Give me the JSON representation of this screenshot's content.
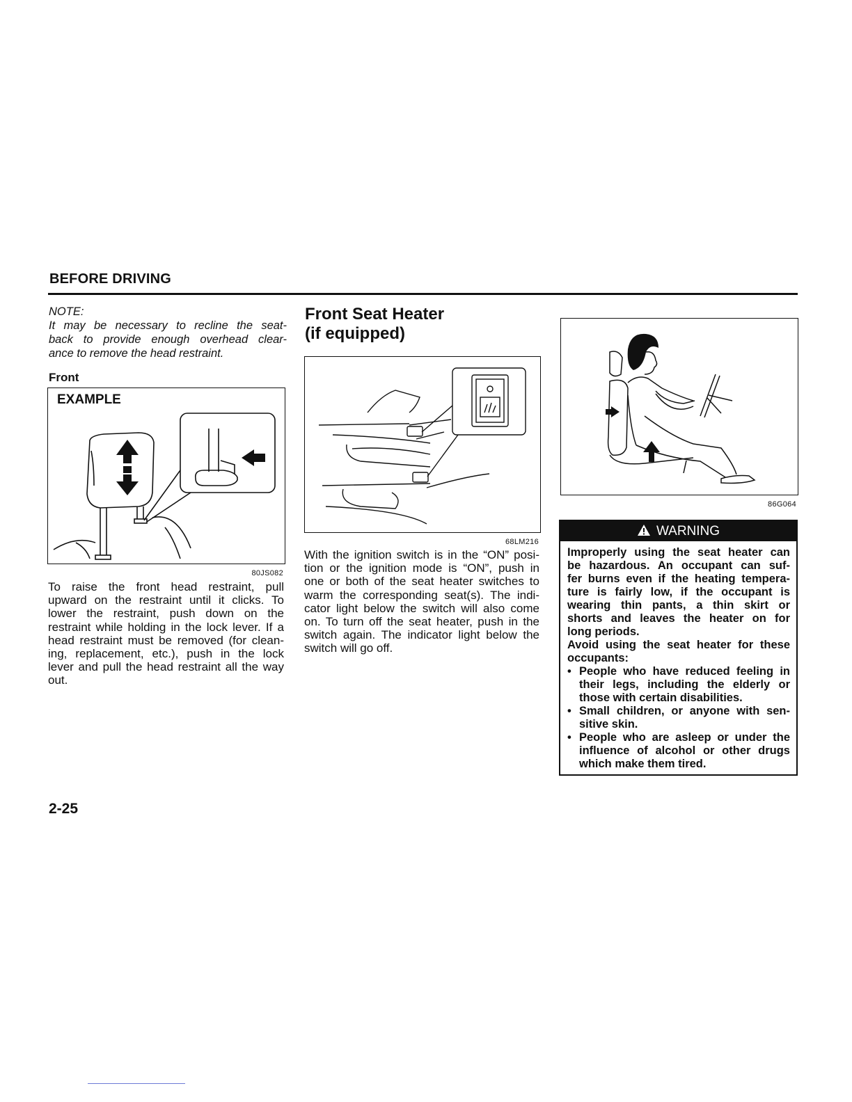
{
  "header": {
    "section_title": "BEFORE DRIVING"
  },
  "note": {
    "label": "NOTE:",
    "lines": [
      "It may be necessary to recline the seat-",
      "back to provide enough overhead clear-",
      "ance to remove the head restraint."
    ]
  },
  "front": {
    "label": "Front",
    "figure": {
      "tag": "EXAMPLE",
      "code": "80JS082"
    },
    "body_lines": [
      "To raise the front head restraint, pull",
      "upward on the restraint until it clicks. To",
      "lower the restraint, push down on the",
      "restraint while holding in the lock lever. If a",
      "head restraint must be removed (for clean-",
      "ing, replacement, etc.), push in the lock",
      "lever and pull the head restraint all the way",
      "out."
    ]
  },
  "seat_heater": {
    "title_line1": "Front Seat Heater",
    "title_line2": "(if equipped)",
    "figure": {
      "code": "68LM216"
    },
    "body_lines": [
      "With the ignition switch is in the “ON” posi-",
      "tion or the ignition mode is “ON”, push in",
      "one or both of the seat heater switches to",
      "warm the corresponding seat(s). The indi-",
      "cator light below the switch will also come",
      "on. To turn off the seat heater, push in the",
      "switch again. The indicator light below the",
      "switch will go off."
    ]
  },
  "occupant_figure": {
    "code": "86G064"
  },
  "warning": {
    "title": "WARNING",
    "icon": "warning-triangle-icon",
    "para1_lines": [
      "Improperly using the seat heater can",
      "be hazardous. An occupant can suf-",
      "fer burns even if the heating tempera-",
      "ture is fairly low, if the occupant is",
      "wearing thin pants, a thin skirt or",
      "shorts and leaves the heater on for",
      "long periods."
    ],
    "para2_lines": [
      "Avoid using the seat heater for these",
      "occupants:"
    ],
    "bullets": [
      {
        "lines": [
          "People who have reduced feeling in",
          "their legs, including the elderly or",
          "those with certain disabilities."
        ]
      },
      {
        "lines": [
          "Small children, or anyone with sen-",
          "sitive skin."
        ]
      },
      {
        "lines": [
          "People who are asleep or under the",
          "influence of alcohol or other drugs",
          "which make them tired."
        ]
      }
    ]
  },
  "footer": {
    "page_number": "2-25"
  }
}
